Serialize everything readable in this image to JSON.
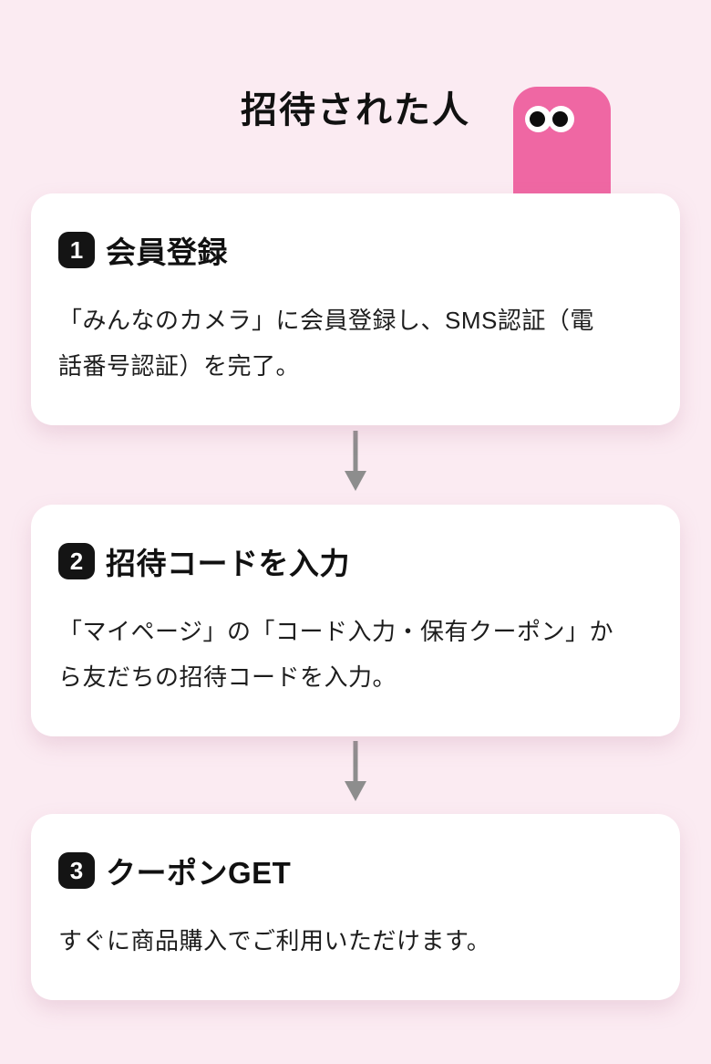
{
  "page": {
    "title": "招待された人"
  },
  "steps": [
    {
      "number": "1",
      "title": "会員登録",
      "body": "「みんなのカメラ」に会員登録し、SMS認証（電\n話番号認証）を完了。"
    },
    {
      "number": "2",
      "title": "招待コードを入力",
      "body": "「マイページ」の「コード入力・保有クーポン」か\nら友だちの招待コードを入力。"
    },
    {
      "number": "3",
      "title": "クーポンGET",
      "body": "すぐに商品購入でご利用いただけます。"
    }
  ],
  "icons": {
    "between_steps": "down-arrow-icon",
    "decoration": "pink-mascot-with-googly-eyes"
  },
  "colors": {
    "background": "#fbebf2",
    "card": "#ffffff",
    "badge": "#141414",
    "badge_text": "#ffffff",
    "heading": "#111111",
    "body_text": "#1d1d1d",
    "arrow": "#8d8d8d",
    "mascot": "#ef67a3",
    "mascot_eye": "#ffffff",
    "mascot_pupil": "#0d0d0d"
  }
}
